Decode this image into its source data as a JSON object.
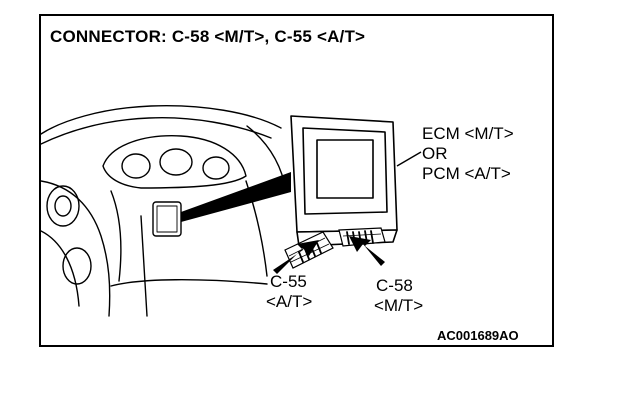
{
  "diagram": {
    "title": "CONNECTOR: C-58 <M/T>, C-55 <A/T>",
    "unit_label": {
      "line1": "ECM <M/T>",
      "line2": "OR",
      "line3": "PCM <A/T>"
    },
    "connector_a": {
      "name": "C-55",
      "variant": "<A/T>"
    },
    "connector_b": {
      "name": "C-58",
      "variant": "<M/T>"
    },
    "figure_id": "AC001689AO"
  },
  "colors": {
    "line": "#000000",
    "background": "#ffffff"
  }
}
